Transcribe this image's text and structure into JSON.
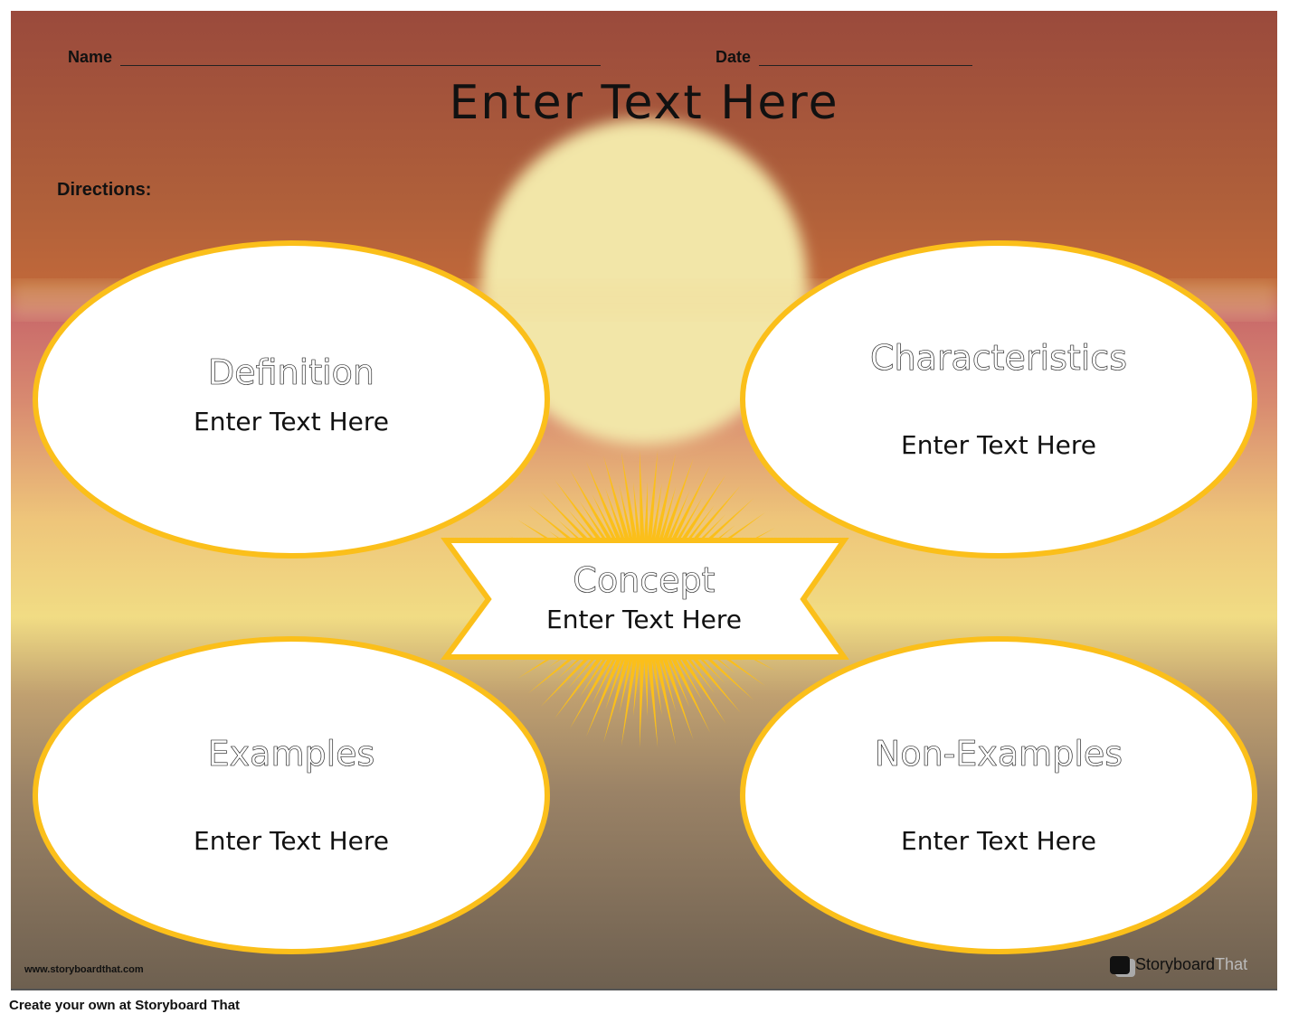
{
  "header": {
    "name_label": "Name",
    "date_label": "Date",
    "title": "Enter Text Here",
    "directions_label": "Directions:"
  },
  "boxes": {
    "definition": {
      "heading": "Definition",
      "text": "Enter Text Here"
    },
    "characteristics": {
      "heading": "Characteristics",
      "text": "Enter Text Here"
    },
    "concept": {
      "heading": "Concept",
      "text": "Enter Text Here"
    },
    "examples": {
      "heading": "Examples",
      "text": "Enter Text Here"
    },
    "non_examples": {
      "heading": "Non-Examples",
      "text": "Enter Text Here"
    }
  },
  "footer": {
    "website": "www.storyboardthat.com",
    "logo_text_1": "Storyboard",
    "logo_text_2": "That",
    "caption": "Create your own at Storyboard That"
  },
  "colors": {
    "border": "#fbbf1a",
    "sun": "#f2e6a8"
  }
}
